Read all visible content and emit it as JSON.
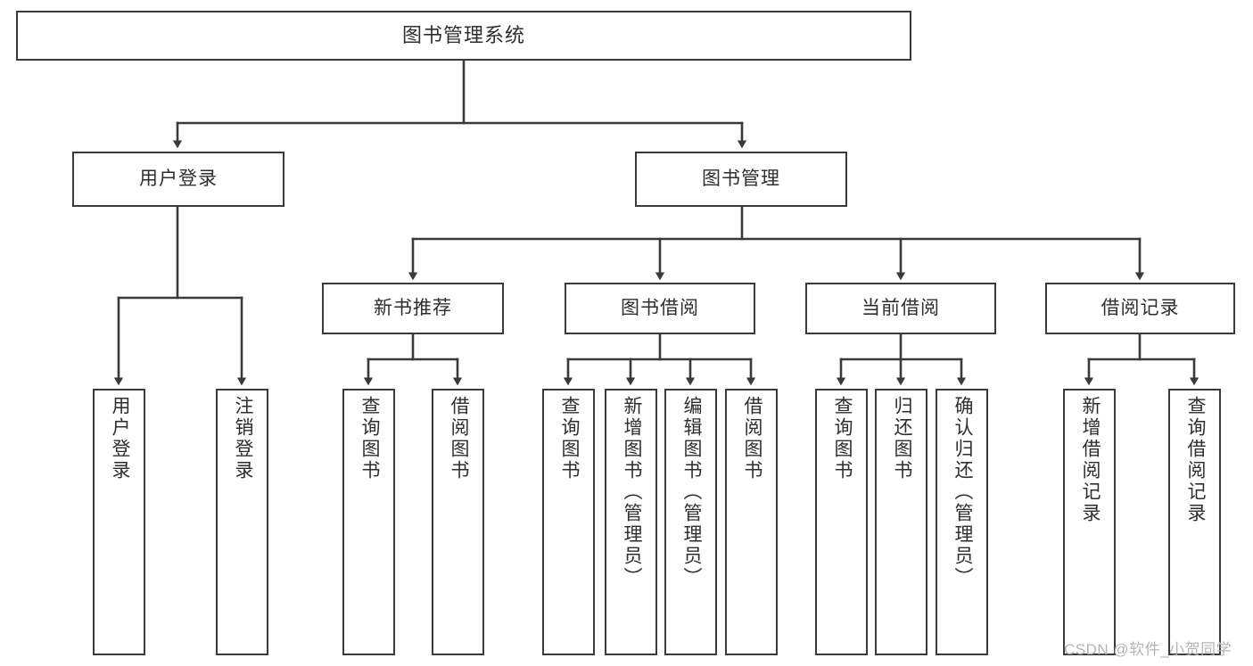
{
  "diagram": {
    "title": "图书管理系统",
    "stroke_color": "#3a3a3a",
    "text_color": "#2e2e2e",
    "background": "#ffffff",
    "nodes": {
      "root": {
        "label": "图书管理系统"
      },
      "level1": [
        {
          "id": "user-login",
          "label": "用户登录"
        },
        {
          "id": "book-manage",
          "label": "图书管理"
        }
      ],
      "level2": [
        {
          "id": "new-book-recommend",
          "label": "新书推荐"
        },
        {
          "id": "book-borrow",
          "label": "图书借阅"
        },
        {
          "id": "current-borrow",
          "label": "当前借阅"
        },
        {
          "id": "borrow-record",
          "label": "借阅记录"
        }
      ],
      "leaves": {
        "user-login": [
          {
            "id": "leaf-user-login",
            "label": "用户登录"
          },
          {
            "id": "leaf-logout-login",
            "label": "注销登录"
          }
        ],
        "new-book-recommend": [
          {
            "id": "leaf-query-book-1",
            "label": "查询图书"
          },
          {
            "id": "leaf-borrow-book-1",
            "label": "借阅图书"
          }
        ],
        "book-borrow": [
          {
            "id": "leaf-query-book-2",
            "label": "查询图书"
          },
          {
            "id": "leaf-add-book",
            "label": "新增图书（管理员）"
          },
          {
            "id": "leaf-edit-book",
            "label": "编辑图书（管理员）"
          },
          {
            "id": "leaf-borrow-book-2",
            "label": "借阅图书"
          }
        ],
        "current-borrow": [
          {
            "id": "leaf-query-book-3",
            "label": "查询图书"
          },
          {
            "id": "leaf-return-book",
            "label": "归还图书"
          },
          {
            "id": "leaf-confirm-return",
            "label": "确认归还（管理员）"
          }
        ],
        "borrow-record": [
          {
            "id": "leaf-add-record",
            "label": "新增借阅记录"
          },
          {
            "id": "leaf-query-record",
            "label": "查询借阅记录"
          }
        ]
      }
    }
  },
  "watermark": {
    "text": "CSDN @软件_小贺同学"
  }
}
